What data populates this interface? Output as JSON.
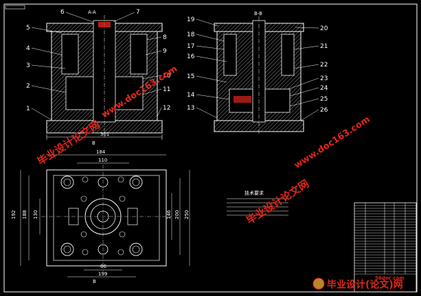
{
  "title_block_small": "",
  "view_a": {
    "section_title": "A-A",
    "part_numbers_left": [
      "5",
      "4",
      "3",
      "2",
      "1",
      "6"
    ],
    "part_numbers_right": [
      "7",
      "8",
      "9",
      "10",
      "11",
      "12"
    ],
    "width_dim": "301",
    "section_marker": "B"
  },
  "view_b": {
    "section_title": "B-B",
    "part_numbers_left": [
      "19",
      "18",
      "17",
      "16",
      "15",
      "14",
      "13"
    ],
    "part_numbers_right": [
      "20",
      "21",
      "22",
      "23",
      "24",
      "25",
      "26"
    ]
  },
  "plan_view": {
    "top_dims": [
      "184",
      "110"
    ],
    "left_dims": [
      "192",
      "188",
      "130"
    ],
    "right_dims": [
      "146",
      "200",
      "250"
    ],
    "bottom_dims": [
      "66",
      "199"
    ],
    "section_marker": "B"
  },
  "notes": {
    "heading": "技术要求"
  },
  "watermarks": {
    "cn_text": "毕业设计论文网",
    "url_text": "www.doc163.com",
    "footer_cn": "毕业设计(论文)网",
    "footer_url": "56doc.com"
  },
  "colors": {
    "background": "#000000",
    "line": "#ffffff",
    "watermark": "#e0261c"
  }
}
